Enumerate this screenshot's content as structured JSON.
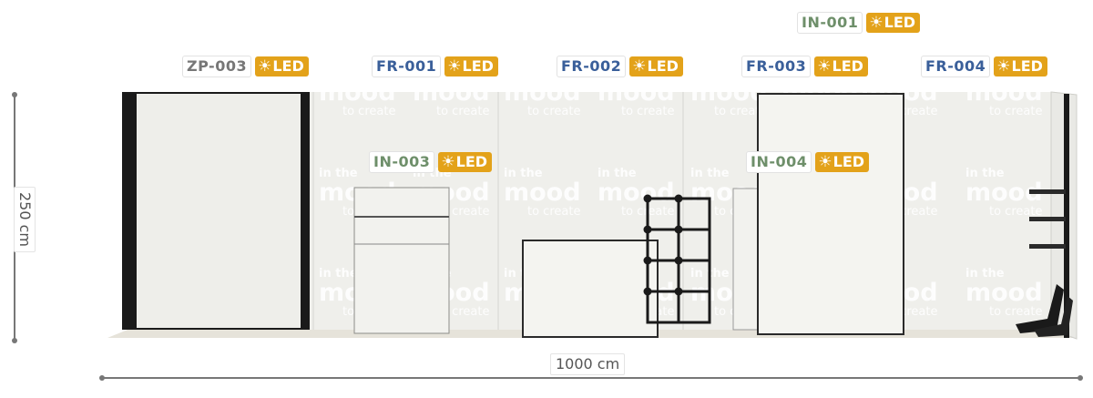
{
  "dimensions": {
    "height": "250 cm",
    "width": "1000 cm"
  },
  "watermark": {
    "line1": "in the",
    "line2": "mood",
    "line3": "to create"
  },
  "labels": [
    {
      "code": "ZP-003",
      "led": "LED",
      "color": "#777777"
    },
    {
      "code": "FR-001",
      "led": "LED",
      "color": "#3a5f9a"
    },
    {
      "code": "FR-002",
      "led": "LED",
      "color": "#3a5f9a"
    },
    {
      "code": "FR-003",
      "led": "LED",
      "color": "#3a5f9a"
    },
    {
      "code": "FR-004",
      "led": "LED",
      "color": "#3a5f9a"
    },
    {
      "code": "IN-001",
      "led": "LED",
      "color": "#6e8f6a"
    },
    {
      "code": "IN-003",
      "led": "LED",
      "color": "#6e8f6a"
    },
    {
      "code": "IN-004",
      "led": "LED",
      "color": "#6e8f6a"
    }
  ],
  "colors": {
    "led": "#e3a21a",
    "wall": "#efefeb",
    "floor": "#e7e4dc",
    "frame": "#1a1a1a"
  },
  "icons": {
    "led": "sun-icon"
  }
}
